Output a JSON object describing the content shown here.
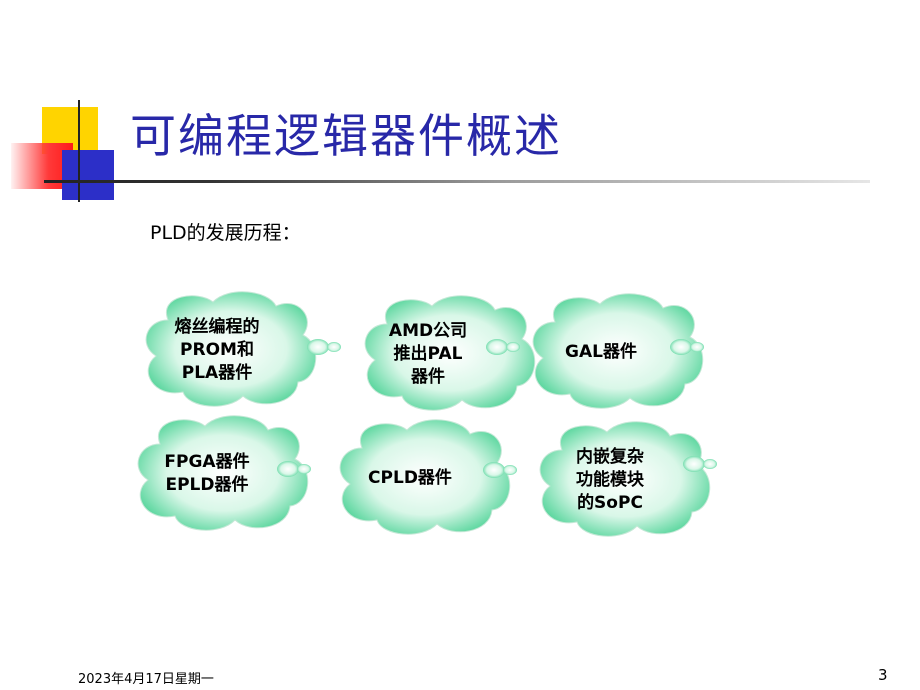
{
  "slide": {
    "title": "可编程逻辑器件概述",
    "subtitle": "PLD的发展历程：",
    "colors": {
      "title": "#2828a8",
      "cloud_fill_center": "#ffffff",
      "cloud_fill_edge": "#3fcf8e"
    }
  },
  "clouds": [
    {
      "lines": [
        "熔丝编程的",
        "PROM和",
        "PLA器件"
      ]
    },
    {
      "lines": [
        "AMD公司",
        "推出PAL",
        "器件"
      ]
    },
    {
      "lines": [
        "GAL器件"
      ]
    },
    {
      "lines": [
        "FPGA器件",
        "EPLD器件"
      ]
    },
    {
      "lines": [
        "CPLD器件"
      ]
    },
    {
      "lines": [
        "内嵌复杂",
        "功能模块",
        "的SoPC"
      ]
    }
  ],
  "footer": {
    "date": "2023年4月17日星期一",
    "page_number": "3"
  }
}
